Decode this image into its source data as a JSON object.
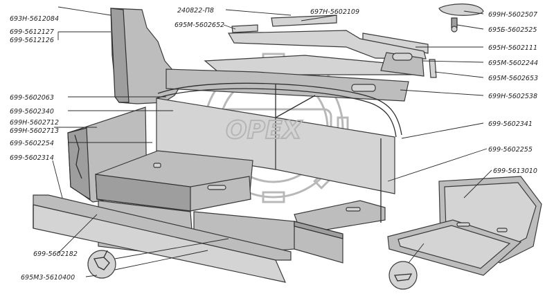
{
  "watermark": {
    "text": "OPEX",
    "color": "#b8b8b8"
  },
  "labels": {
    "l01": "693Н-5612084",
    "l02": "699-5612127",
    "l03": "699-5612126",
    "l04": "240822-П8",
    "l05": "697Н-5602109",
    "l06": "695М-5602652",
    "l07": "699Н-5602507",
    "l08": "695Б-5602525",
    "l09": "695Н-5602111",
    "l10": "695М-5602244",
    "l11": "695М-5602653",
    "l12": "699-5602063",
    "l13": "699Н-5602538",
    "l14": "699-5602340",
    "l15": "699Н-5602712",
    "l16": "699Н-5602713",
    "l17": "699-5602341",
    "l18": "699-5602254",
    "l19": "699-5602255",
    "l20": "699-5602314",
    "l21": "699-5613010",
    "l22": "699-5602182",
    "l23": "695М3-5610400"
  }
}
